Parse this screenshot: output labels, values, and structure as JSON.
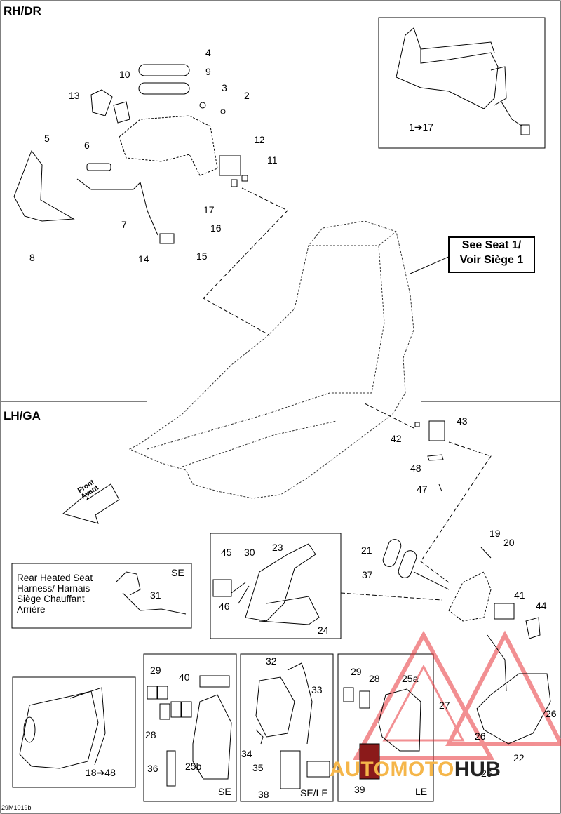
{
  "sections": {
    "rh": "RH/DR",
    "lh": "LH/GA"
  },
  "see_seat": {
    "line1": "See Seat 1/",
    "line2": "Voir Siège 1"
  },
  "front": {
    "line1": "Front",
    "line2": "Avant"
  },
  "harness": {
    "variant": "SE",
    "lines": [
      "Rear Heated Seat",
      "Harness/ Harnais",
      "Siège Chauffant",
      "Arrière"
    ]
  },
  "box_labels": {
    "b2": "SE",
    "b3": "SE/LE",
    "b4": "LE",
    "harness": "SE"
  },
  "callouts": [
    "1➔17",
    "2",
    "3",
    "4",
    "5",
    "6",
    "7",
    "8",
    "9",
    "10",
    "11",
    "12",
    "13",
    "14",
    "15",
    "16",
    "17",
    "18➔48",
    "19",
    "20",
    "21",
    "22",
    "23",
    "24",
    "25a",
    "25b",
    "26",
    "26",
    "26",
    "27",
    "28",
    "28",
    "29",
    "29",
    "30",
    "31",
    "32",
    "33",
    "34",
    "35",
    "36",
    "37",
    "38",
    "39",
    "40",
    "41",
    "42",
    "43",
    "44",
    "45",
    "46",
    "47",
    "48"
  ],
  "figure_ref": "29M1019b",
  "watermark": {
    "part1": "AUTOMOTO",
    "part2": "HUB"
  },
  "colors": {
    "watermark_red": "#e8353a",
    "watermark_orange": "#f5b64a",
    "line": "#000000"
  }
}
